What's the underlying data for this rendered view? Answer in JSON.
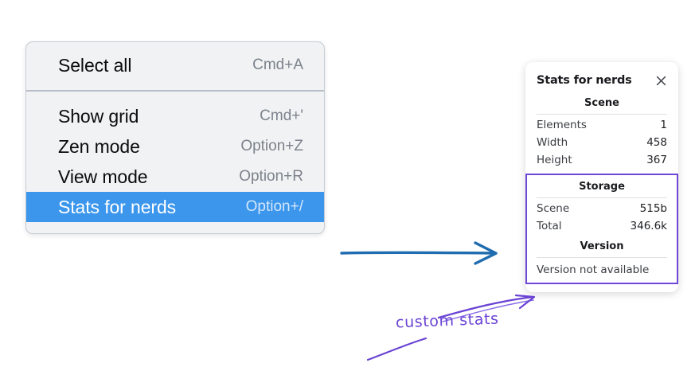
{
  "context_menu": {
    "groups": [
      {
        "items": [
          {
            "label": "Select all",
            "shortcut": "Cmd+A",
            "selected": false
          }
        ]
      },
      {
        "items": [
          {
            "label": "Show grid",
            "shortcut": "Cmd+'",
            "selected": false
          },
          {
            "label": "Zen mode",
            "shortcut": "Option+Z",
            "selected": false
          },
          {
            "label": "View mode",
            "shortcut": "Option+R",
            "selected": false
          },
          {
            "label": "Stats for nerds",
            "shortcut": "Option+/",
            "selected": true
          }
        ]
      }
    ]
  },
  "stats_panel": {
    "title": "Stats for nerds",
    "close_icon": "close-icon",
    "scene": {
      "heading": "Scene",
      "rows": [
        {
          "label": "Elements",
          "value": "1"
        },
        {
          "label": "Width",
          "value": "458"
        },
        {
          "label": "Height",
          "value": "367"
        }
      ]
    },
    "storage": {
      "heading": "Storage",
      "rows": [
        {
          "label": "Scene",
          "value": "515b"
        },
        {
          "label": "Total",
          "value": "346.6k"
        }
      ]
    },
    "version": {
      "heading": "Version",
      "note": "Version not available"
    }
  },
  "annotations": {
    "handwritten_label": "custom stats",
    "arrow_flow": "menu-to-panel-arrow",
    "callout_arrow": "custom-stats-callout-arrow"
  },
  "colors": {
    "menu_background": "#f1f2f4",
    "menu_selected": "#3b96ec",
    "menu_separator": "#b6bec9",
    "panel_background": "#ffffff",
    "highlight_purple": "#7048d8",
    "annotation_blue": "#1f6cb0",
    "text_primary": "#1a1b1e",
    "text_muted": "#7c838c"
  }
}
